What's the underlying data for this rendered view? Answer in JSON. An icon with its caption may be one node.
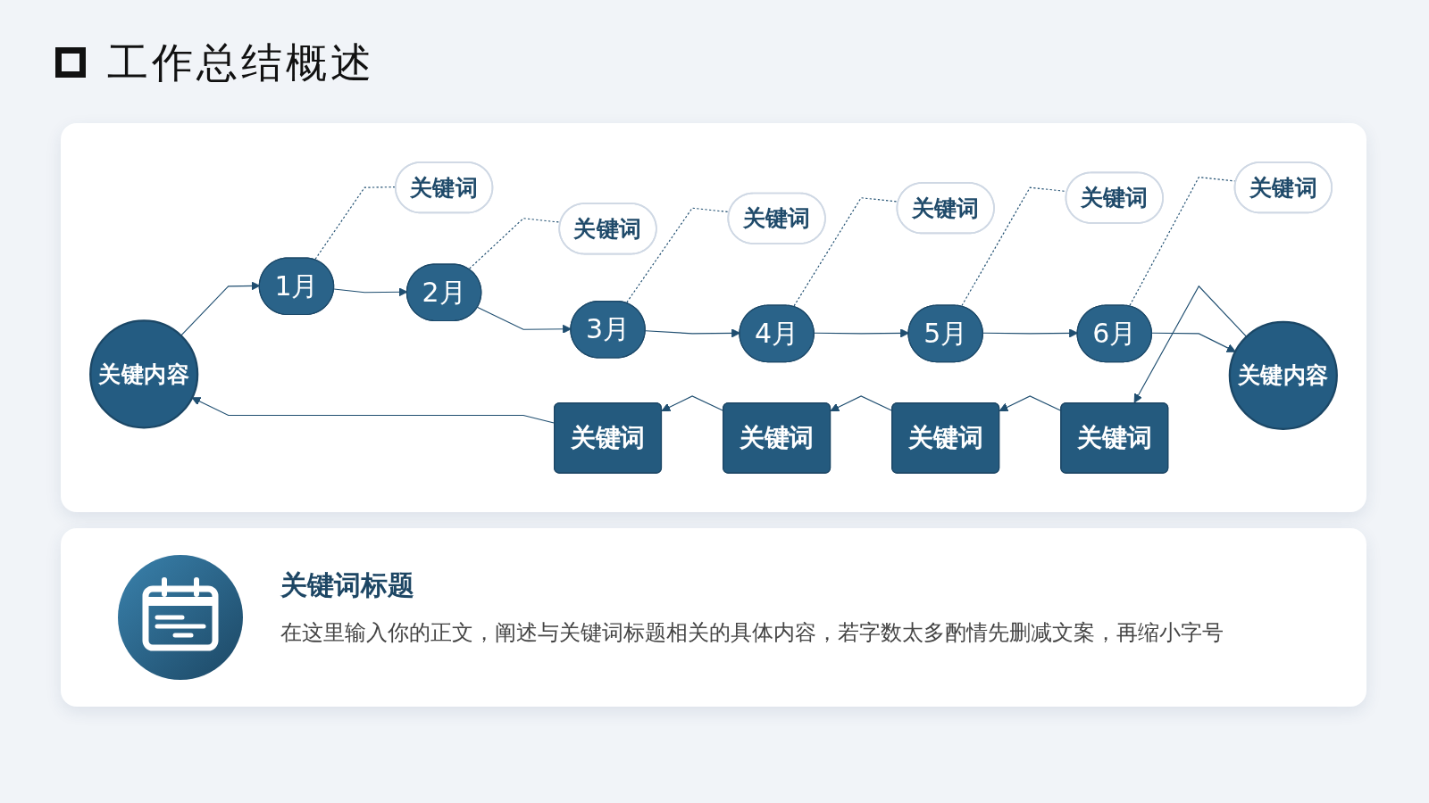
{
  "diagram": {
    "title": "工作总结概述",
    "nodes": [
      {
        "text": [
          "关键内容"
        ]
      },
      {
        "text": [
          "1月"
        ]
      },
      {
        "text": [
          "2月"
        ]
      },
      {
        "text": [
          "3月"
        ]
      },
      {
        "text": [
          "4月"
        ]
      },
      {
        "text": [
          "5月"
        ]
      },
      {
        "text": [
          "6月"
        ]
      },
      {
        "text": [
          "关键内容"
        ]
      },
      {
        "text": [
          "关键词"
        ]
      },
      {
        "text": [
          "关键词"
        ]
      },
      {
        "text": [
          "关键词"
        ]
      },
      {
        "text": [
          "关键词"
        ]
      },
      {
        "text": [
          "关键词"
        ]
      },
      {
        "text": [
          "关键词"
        ]
      },
      {
        "text": [
          "关键词"
        ]
      },
      {
        "text": [
          "关键词"
        ]
      },
      {
        "text": [
          "关键词"
        ]
      },
      {
        "text": [
          "关键词"
        ]
      }
    ],
    "edges": [
      {
        "from": 0,
        "to": 1,
        "arrow": "to"
      },
      {
        "from": 1,
        "to": 2,
        "arrow": "to"
      },
      {
        "from": 2,
        "to": 3,
        "arrow": "to"
      },
      {
        "from": 3,
        "to": 4,
        "arrow": "to"
      },
      {
        "from": 4,
        "to": 5,
        "arrow": "to"
      },
      {
        "from": 5,
        "to": 6,
        "arrow": "to"
      },
      {
        "from": 6,
        "to": 7,
        "arrow": "to"
      },
      {
        "from": 7,
        "to": 17,
        "arrow": "to"
      },
      {
        "from": 17,
        "to": 16,
        "arrow": "to"
      },
      {
        "from": 16,
        "to": 15,
        "arrow": "to"
      },
      {
        "from": 15,
        "to": 14,
        "arrow": "to"
      },
      {
        "from": 14,
        "to": 0,
        "arrow": "to"
      },
      {
        "from": 1,
        "to": 8,
        "arrow": "none",
        "style": "dashed"
      },
      {
        "from": 2,
        "to": 9,
        "arrow": "none",
        "style": "dashed"
      },
      {
        "from": 3,
        "to": 10,
        "arrow": "none",
        "style": "dashed"
      },
      {
        "from": 4,
        "to": 11,
        "arrow": "none",
        "style": "dashed"
      },
      {
        "from": 5,
        "to": 12,
        "arrow": "none",
        "style": "dashed"
      },
      {
        "from": 6,
        "to": 13,
        "arrow": "none",
        "style": "dashed"
      }
    ],
    "labels": [
      "关键词标题",
      "在这里输入你的正文，阐述与关键词标题相关的具体内容，若字数太多酌情先删减文案，再缩小字号"
    ]
  }
}
